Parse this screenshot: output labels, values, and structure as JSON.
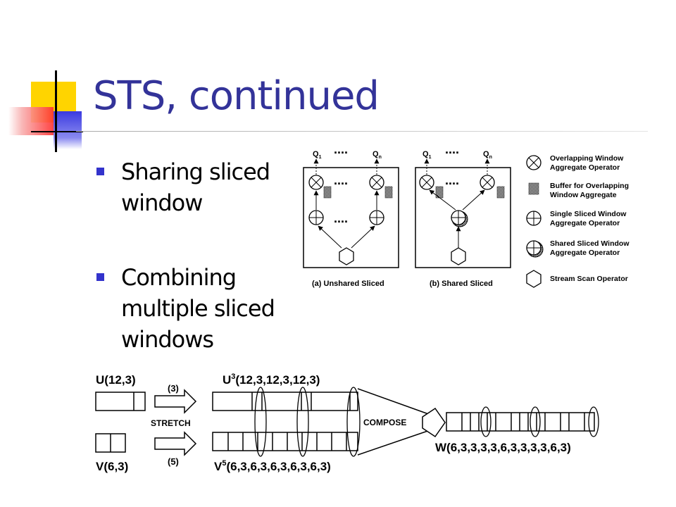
{
  "slide": {
    "title": "STS, continued",
    "bullets": [
      "Sharing sliced window",
      "Combining multiple sliced windows"
    ]
  },
  "diagram_top": {
    "q1": "Q",
    "q1_sub": "1",
    "qn": "Q",
    "qn_sub": "n",
    "dots": "....",
    "caption_a": "(a) Unshared Sliced",
    "caption_b": "(b) Shared Sliced",
    "legend": [
      {
        "icon": "overlapping-window-aggregate-icon",
        "line1": "Overlapping Window",
        "line2": "Aggregate Operator"
      },
      {
        "icon": "buffer-icon",
        "line1": "Buffer for Overlapping",
        "line2": "Window Aggregate"
      },
      {
        "icon": "single-sliced-window-aggregate-icon",
        "line1": "Single Sliced Window",
        "line2": "Aggregate Operator"
      },
      {
        "icon": "shared-sliced-window-aggregate-icon",
        "line1": "Shared Sliced Window",
        "line2": "Aggregate Operator"
      },
      {
        "icon": "stream-scan-operator-icon",
        "line1": "Stream Scan Operator",
        "line2": ""
      }
    ]
  },
  "diagram_bottom": {
    "u_label": "U(12,3)",
    "v_label": "V(6,3)",
    "stretch_u": "(3)",
    "stretch_v": "(5)",
    "stretch_label": "STRETCH",
    "u3_base": "U",
    "u3_sup": "3",
    "u3_args": "(12,3,12,3,12,3)",
    "v5_base": "V",
    "v5_sup": "5",
    "v5_args": "(6,3,6,3,6,3,6,3,6,3)",
    "compose_label": "COMPOSE",
    "w_label": "W(6,3,3,3,3,6,3,3,3,3,6,3)"
  }
}
